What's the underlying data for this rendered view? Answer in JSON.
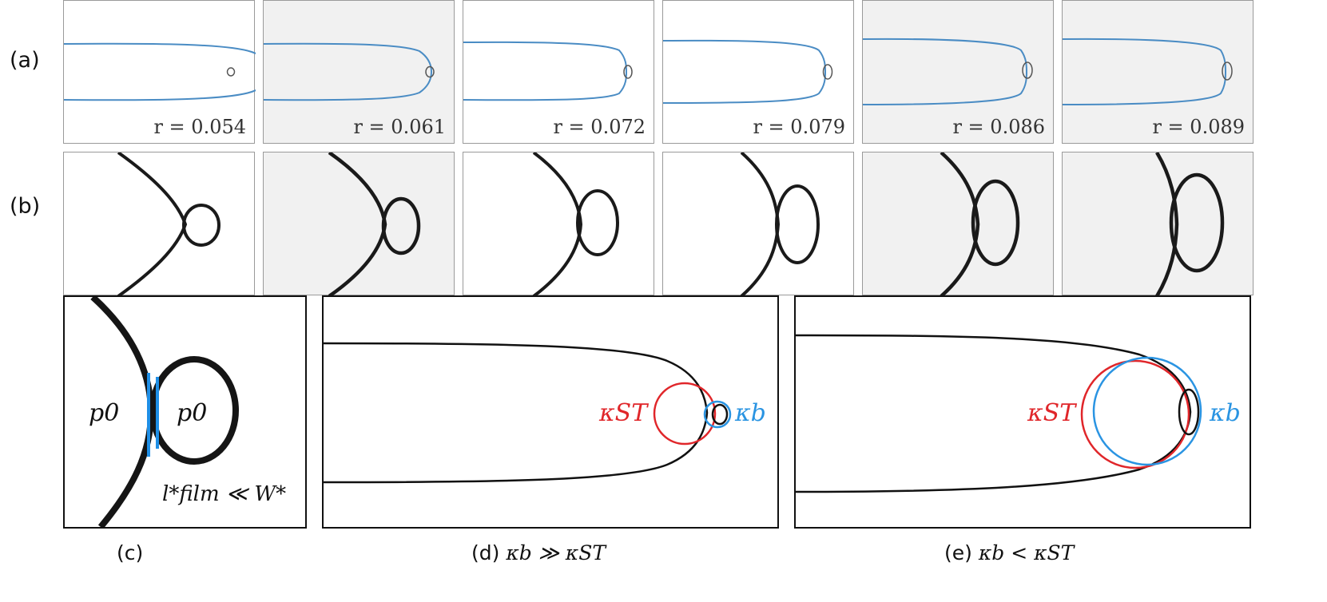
{
  "row_labels": {
    "a": "(a)",
    "b": "(b)"
  },
  "row_a": [
    {
      "r_label": "r = 0.054",
      "r_value": 0.054
    },
    {
      "r_label": "r = 0.061",
      "r_value": 0.061
    },
    {
      "r_label": "r = 0.072",
      "r_value": 0.072
    },
    {
      "r_label": "r = 0.079",
      "r_value": 0.079
    },
    {
      "r_label": "r = 0.086",
      "r_value": 0.086
    },
    {
      "r_label": "r = 0.089",
      "r_value": 0.089
    }
  ],
  "panel_c": {
    "caption": "(c)",
    "left_pressure": "p0",
    "right_pressure": "p0",
    "film_condition": "l*film ≪ W*"
  },
  "panel_d": {
    "caption_letter": "(d)",
    "caption_relation": "κb ≫ κST",
    "label_st": "κST",
    "label_b": "κb"
  },
  "panel_e": {
    "caption_letter": "(e)",
    "caption_relation": "κb < κST",
    "label_st": "κST",
    "label_b": "κb"
  },
  "colors": {
    "fit_curve": "#4a8cc4",
    "kappa_st": "#e0262a",
    "kappa_b": "#2a94e2",
    "film": "#1f8fe6",
    "outline": "#111111"
  }
}
